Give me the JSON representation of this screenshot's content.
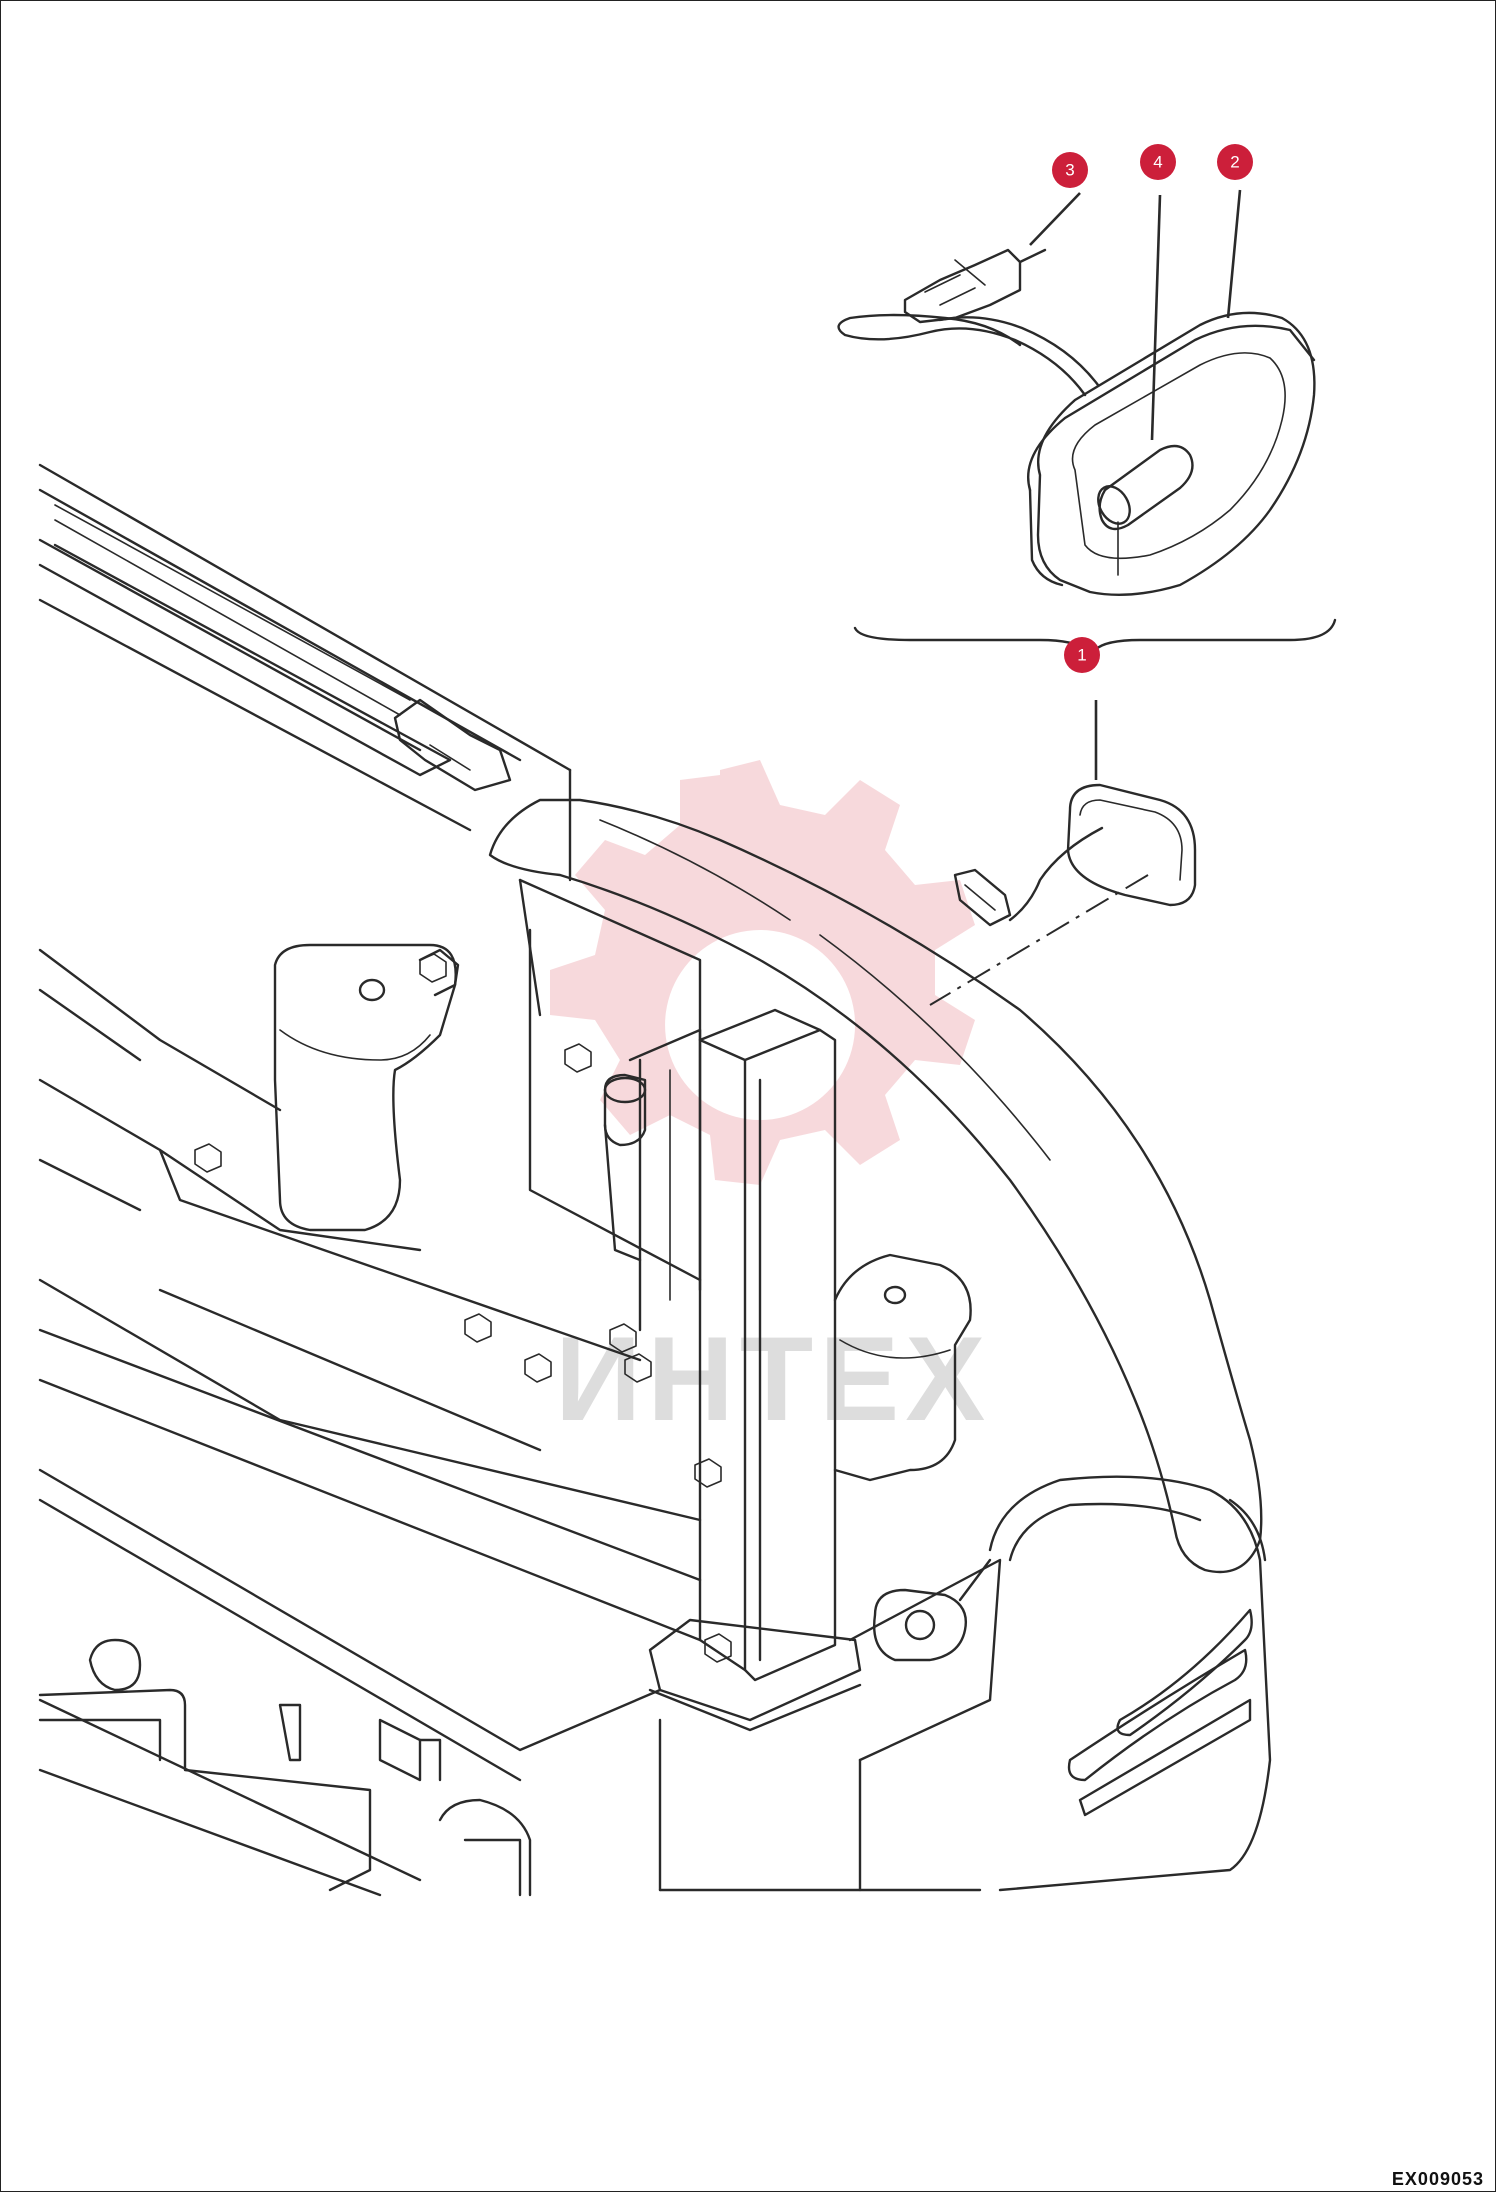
{
  "callouts": [
    {
      "id": "1",
      "label": "1"
    },
    {
      "id": "2",
      "label": "2"
    },
    {
      "id": "3",
      "label": "3"
    },
    {
      "id": "4",
      "label": "4"
    }
  ],
  "watermark": {
    "text": "ИНТЕХ"
  },
  "drawing_code": "EX009053",
  "colors": {
    "callout": "#cc1f3a",
    "line": "#2a2a2a",
    "watermark": "#f1b9bf"
  }
}
